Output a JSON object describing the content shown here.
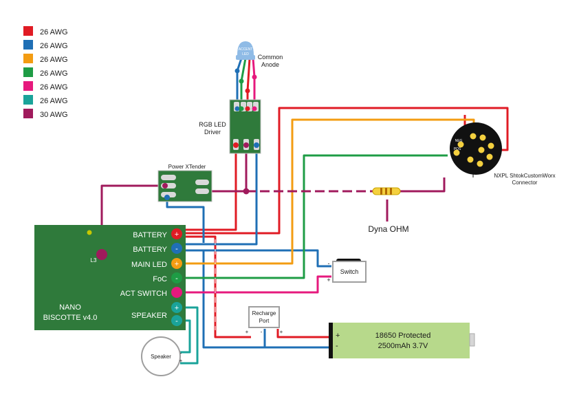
{
  "legend": [
    {
      "label": "26 AWG",
      "color": "#e01b24"
    },
    {
      "label": "26 AWG",
      "color": "#1f6fb5"
    },
    {
      "label": "26 AWG",
      "color": "#f39c12"
    },
    {
      "label": "26 AWG",
      "color": "#1e9c45"
    },
    {
      "label": "26 AWG",
      "color": "#e6197d"
    },
    {
      "label": "26 AWG",
      "color": "#1aa39a"
    },
    {
      "label": "30 AWG",
      "color": "#a01a5c"
    }
  ],
  "led": {
    "badge": [
      "ACCENT",
      "LED"
    ],
    "label": [
      "Common",
      "Anode"
    ]
  },
  "rgb_driver": {
    "label": [
      "RGB LED",
      "Driver"
    ]
  },
  "power_xtender": {
    "label": "Power XTender"
  },
  "connector": {
    "label": [
      "NXPL ShtokCustomWorx",
      "Connector"
    ],
    "pin_labels": [
      "NEG",
      "POS"
    ]
  },
  "resistor": {
    "label": "Dyna OHM"
  },
  "board": {
    "name": [
      "NANO",
      "BISCOTTE v4.0"
    ],
    "l3_label": "L3",
    "pins": [
      {
        "label": "BATTERY",
        "symbol": "+",
        "color": "#e01b24"
      },
      {
        "label": "BATTERY",
        "symbol": "-",
        "color": "#1f6fb5"
      },
      {
        "label": "MAIN LED",
        "symbol": "+",
        "color": "#f39c12"
      },
      {
        "label": "FoC",
        "symbol": "-",
        "color": "#1e9c45"
      },
      {
        "label": "ACT SWITCH",
        "symbol": "",
        "color": "#e6197d"
      },
      {
        "label": "SPEAKER",
        "symbol": "+",
        "color": "#1aa39a"
      },
      {
        "label": "",
        "symbol": "-",
        "color": "#1aa39a"
      }
    ]
  },
  "switch": {
    "label": "Switch",
    "minus": "-",
    "plus": "+"
  },
  "recharge_port": {
    "label": [
      "Recharge",
      "Port"
    ],
    "plus_left": "+",
    "minus": "-",
    "plus_right": "+"
  },
  "battery": {
    "line1": "18650 Protected",
    "line2": "2500mAh 3.7V",
    "plus": "+",
    "minus": "-"
  },
  "speaker": {
    "label": "Speaker",
    "minus": "-",
    "plus": "+"
  }
}
